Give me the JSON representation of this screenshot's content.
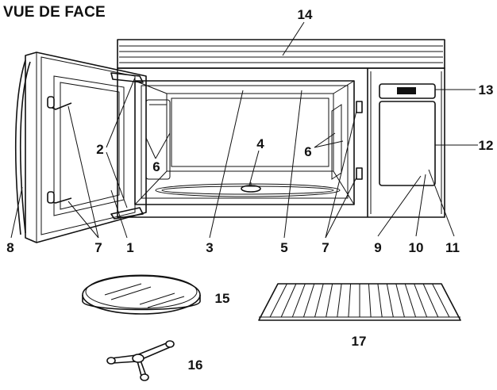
{
  "title": "VUE DE FACE",
  "callouts": [
    {
      "id": "14",
      "label": "14"
    },
    {
      "id": "13",
      "label": "13"
    },
    {
      "id": "12",
      "label": "12"
    },
    {
      "id": "2",
      "label": "2"
    },
    {
      "id": "6a",
      "label": "6"
    },
    {
      "id": "4",
      "label": "4"
    },
    {
      "id": "6b",
      "label": "6"
    },
    {
      "id": "8",
      "label": "8"
    },
    {
      "id": "7a",
      "label": "7"
    },
    {
      "id": "1",
      "label": "1"
    },
    {
      "id": "3",
      "label": "3"
    },
    {
      "id": "5",
      "label": "5"
    },
    {
      "id": "7b",
      "label": "7"
    },
    {
      "id": "9",
      "label": "9"
    },
    {
      "id": "10",
      "label": "10"
    },
    {
      "id": "11",
      "label": "11"
    },
    {
      "id": "15",
      "label": "15"
    },
    {
      "id": "16",
      "label": "16"
    },
    {
      "id": "17",
      "label": "17"
    }
  ]
}
